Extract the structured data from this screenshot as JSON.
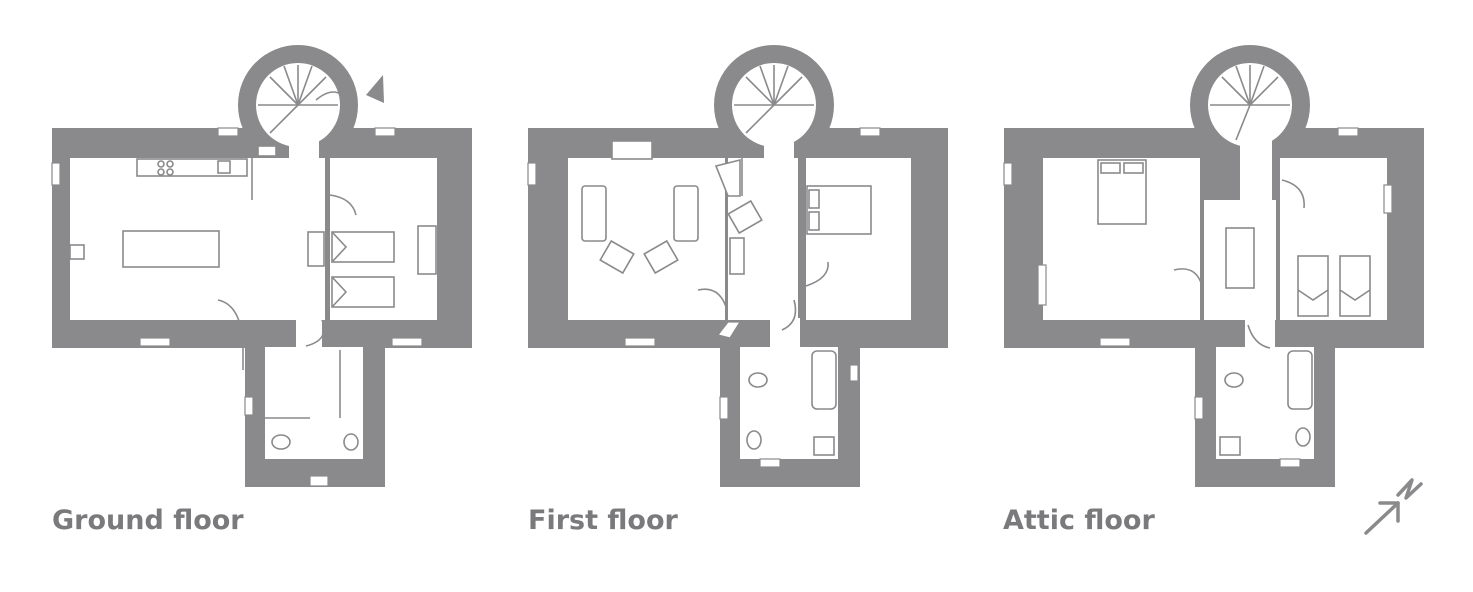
{
  "floors": [
    {
      "id": "ground",
      "label": "Ground floor"
    },
    {
      "id": "first",
      "label": "First floor"
    },
    {
      "id": "attic",
      "label": "Attic floor"
    }
  ],
  "compass": {
    "letter": "N",
    "icon": "north-arrow-icon"
  },
  "colors": {
    "wall": "#8a8a8c",
    "background": "#ffffff",
    "label": "#7a7a7c"
  }
}
